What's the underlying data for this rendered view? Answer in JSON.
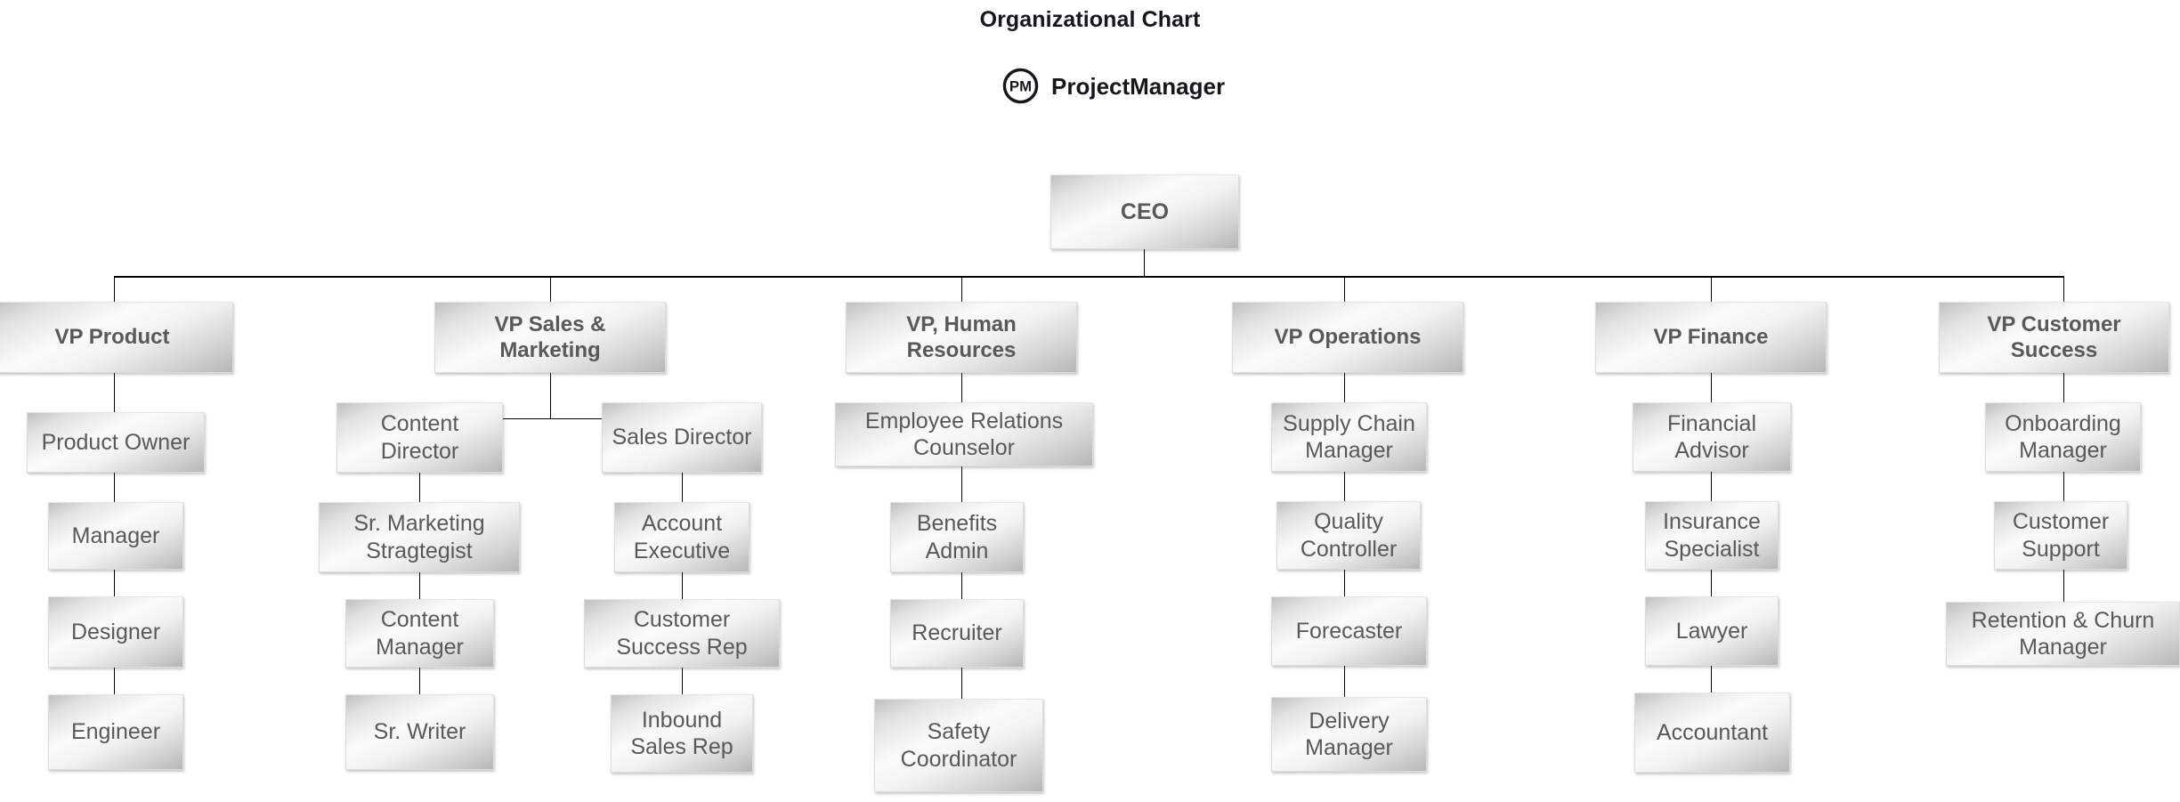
{
  "header": {
    "title": "Organizational Chart",
    "brand_name": "ProjectManager",
    "brand_initials": "PM"
  },
  "chart_data": {
    "type": "org-chart",
    "title": "Organizational Chart",
    "root": "CEO",
    "nodes": [
      {
        "id": "ceo",
        "label": "CEO",
        "level": 0,
        "parent": null
      },
      {
        "id": "vp-product",
        "label": "VP Product",
        "level": 1,
        "parent": "ceo"
      },
      {
        "id": "product-owner",
        "label": "Product Owner",
        "level": 2,
        "parent": "vp-product"
      },
      {
        "id": "manager",
        "label": "Manager",
        "level": 3,
        "parent": "product-owner"
      },
      {
        "id": "designer",
        "label": "Designer",
        "level": 4,
        "parent": "manager"
      },
      {
        "id": "engineer",
        "label": "Engineer",
        "level": 5,
        "parent": "designer"
      },
      {
        "id": "vp-sales-marketing",
        "label": "VP Sales &\nMarketing",
        "level": 1,
        "parent": "ceo"
      },
      {
        "id": "content-director",
        "label": "Content\nDirector",
        "level": 2,
        "parent": "vp-sales-marketing"
      },
      {
        "id": "sr-marketing-strategist",
        "label": "Sr. Marketing\nStragtegist",
        "level": 3,
        "parent": "content-director"
      },
      {
        "id": "content-manager",
        "label": "Content\nManager",
        "level": 4,
        "parent": "sr-marketing-strategist"
      },
      {
        "id": "sr-writer",
        "label": "Sr. Writer",
        "level": 5,
        "parent": "content-manager"
      },
      {
        "id": "sales-director",
        "label": "Sales Director",
        "level": 2,
        "parent": "vp-sales-marketing"
      },
      {
        "id": "account-executive",
        "label": "Account\nExecutive",
        "level": 3,
        "parent": "sales-director"
      },
      {
        "id": "customer-success-rep",
        "label": "Customer\nSuccess Rep",
        "level": 4,
        "parent": "account-executive"
      },
      {
        "id": "inbound-sales-rep",
        "label": "Inbound\nSales Rep",
        "level": 5,
        "parent": "customer-success-rep"
      },
      {
        "id": "vp-human-resources",
        "label": "VP, Human\nResources",
        "level": 1,
        "parent": "ceo"
      },
      {
        "id": "employee-relations-counselor",
        "label": "Employee Relations\nCounselor",
        "level": 2,
        "parent": "vp-human-resources"
      },
      {
        "id": "benefits-admin",
        "label": "Benefits\nAdmin",
        "level": 3,
        "parent": "employee-relations-counselor"
      },
      {
        "id": "recruiter",
        "label": "Recruiter",
        "level": 4,
        "parent": "benefits-admin"
      },
      {
        "id": "safety-coordinator",
        "label": "Safety\nCoordinator",
        "level": 5,
        "parent": "recruiter"
      },
      {
        "id": "vp-operations",
        "label": "VP Operations",
        "level": 1,
        "parent": "ceo"
      },
      {
        "id": "supply-chain-manager",
        "label": "Supply Chain\nManager",
        "level": 2,
        "parent": "vp-operations"
      },
      {
        "id": "quality-controller",
        "label": "Quality\nController",
        "level": 3,
        "parent": "supply-chain-manager"
      },
      {
        "id": "forecaster",
        "label": "Forecaster",
        "level": 4,
        "parent": "quality-controller"
      },
      {
        "id": "delivery-manager",
        "label": "Delivery\nManager",
        "level": 5,
        "parent": "forecaster"
      },
      {
        "id": "vp-finance",
        "label": "VP Finance",
        "level": 1,
        "parent": "ceo"
      },
      {
        "id": "financial-advisor",
        "label": "Financial\nAdvisor",
        "level": 2,
        "parent": "vp-finance"
      },
      {
        "id": "insurance-specialist",
        "label": "Insurance\nSpecialist",
        "level": 3,
        "parent": "financial-advisor"
      },
      {
        "id": "lawyer",
        "label": "Lawyer",
        "level": 4,
        "parent": "insurance-specialist"
      },
      {
        "id": "accountant",
        "label": "Accountant",
        "level": 5,
        "parent": "lawyer"
      },
      {
        "id": "vp-customer-success",
        "label": "VP Customer\nSuccess",
        "level": 1,
        "parent": "ceo"
      },
      {
        "id": "onboarding-manager",
        "label": "Onboarding\nManager",
        "level": 2,
        "parent": "vp-customer-success"
      },
      {
        "id": "customer-support",
        "label": "Customer\nSupport",
        "level": 3,
        "parent": "onboarding-manager"
      },
      {
        "id": "retention-churn-manager",
        "label": "Retention & Churn\nManager",
        "level": 4,
        "parent": "customer-support"
      }
    ]
  },
  "colors": {
    "text": "#595959",
    "title_text": "#16171d",
    "connector": "#000000",
    "box_light": "#fbfbfb",
    "box_dark": "#b6b6b6",
    "background": "#ffffff"
  }
}
